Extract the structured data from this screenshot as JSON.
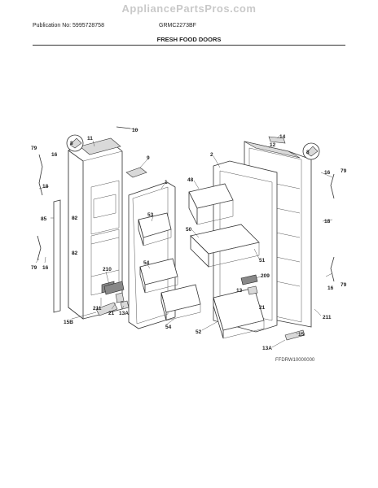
{
  "watermark": "AppliancePartsPros.com",
  "publication_no": "Publication No: 5995728758",
  "model": "GRMC2273BF",
  "section_title": "FRESH FOOD DOORS",
  "figure_id": "FFDRW10000000",
  "callouts": {
    "c10": "10",
    "c11": "11",
    "c8a": "8",
    "c79a": "79",
    "c16a": "16",
    "c9": "9",
    "c1": "1",
    "c18a": "18",
    "c85": "85",
    "c82a": "82",
    "c53": "53",
    "c82b": "82",
    "c79b": "79",
    "c16b": "16",
    "c54a": "54",
    "c210": "210",
    "c211a": "211",
    "c21a": "21",
    "c13Aa": "13A",
    "c15B": "15B",
    "c54b": "54",
    "c14": "14",
    "c12": "12",
    "c2": "2",
    "c8b": "8",
    "c16c": "16",
    "c79c": "79",
    "c48": "48",
    "c18b": "18",
    "c50": "50",
    "c51": "51",
    "c209": "209",
    "c13": "13",
    "c21b": "21",
    "c16d": "16",
    "c79d": "79",
    "c211b": "211",
    "c52": "52",
    "c15": "15",
    "c13Ab": "13A"
  }
}
